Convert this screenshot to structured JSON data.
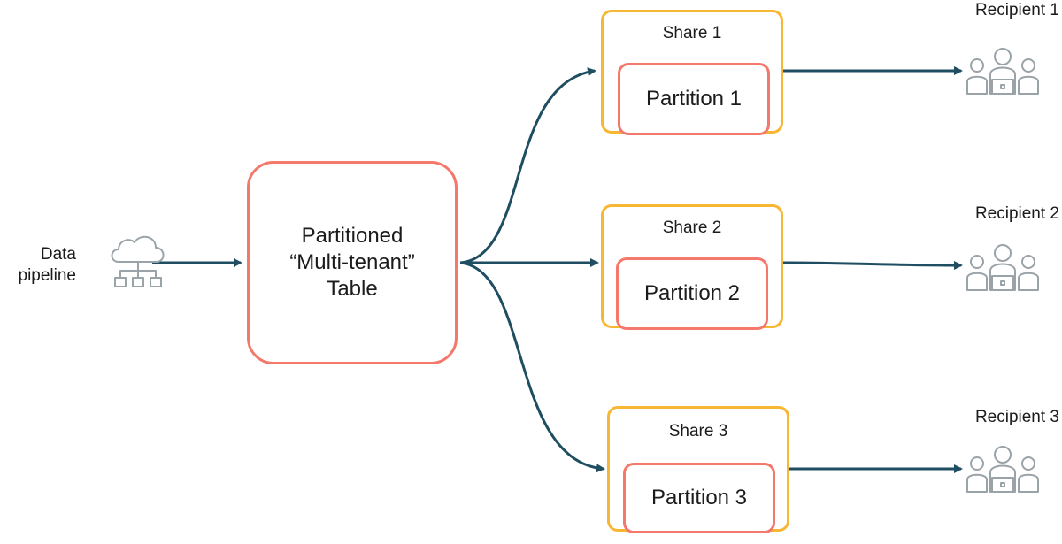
{
  "source": {
    "label_line1": "Data",
    "label_line2": "pipeline",
    "icon": "cloud-hierarchy-icon"
  },
  "table": {
    "line1": "Partitioned",
    "line2": "“Multi-tenant”",
    "line3": "Table"
  },
  "shares": [
    {
      "share_label": "Share 1",
      "partition_label": "Partition 1",
      "recipient_label": "Recipient 1"
    },
    {
      "share_label": "Share 2",
      "partition_label": "Partition 2",
      "recipient_label": "Recipient 2"
    },
    {
      "share_label": "Share 3",
      "partition_label": "Partition 3",
      "recipient_label": "Recipient 3"
    }
  ],
  "recipient_icon": "people-with-laptop-icon",
  "colors": {
    "table_border": "#f4786b",
    "share_border": "#f7b733",
    "partition_border": "#f4786b",
    "arrow": "#1f4e62",
    "icon": "#9aa3a8"
  }
}
